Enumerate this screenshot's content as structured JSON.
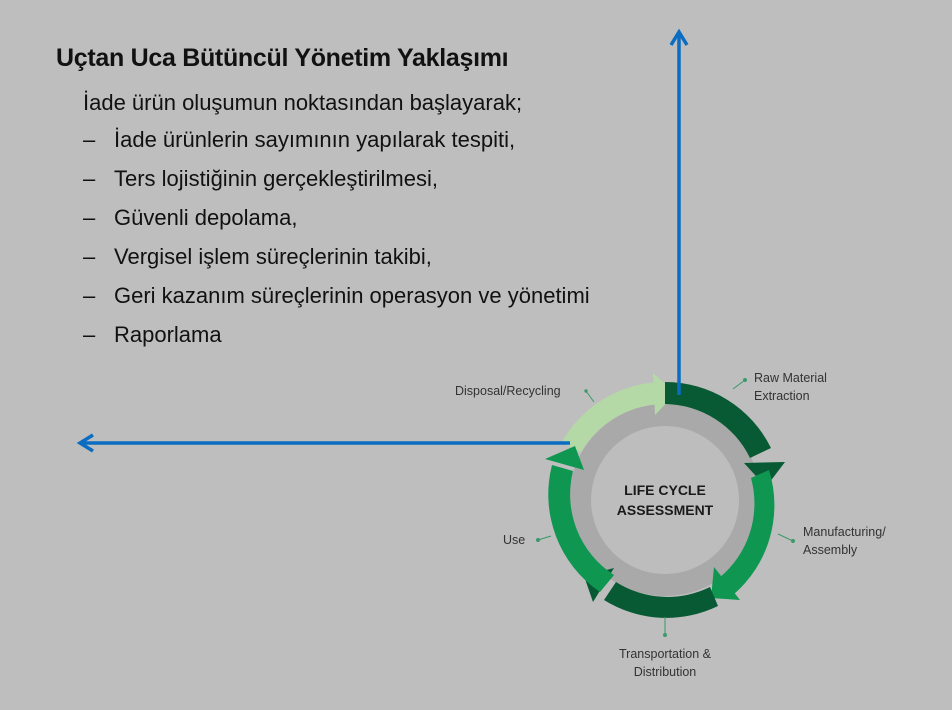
{
  "slide": {
    "title": "Uçtan Uca Bütüncül Yönetim Yaklaşımı",
    "intro": "İade ürün oluşumun noktasından başlayarak;",
    "bullet_marker": "–",
    "bullets": [
      "İade ürünlerin sayımının yapılarak tespiti,",
      "Ters lojistiğinin gerçekleştirilmesi,",
      "Güvenli depolama,",
      "Vergisel işlem süreçlerinin takibi,",
      "Geri kazanım süreçlerinin operasyon ve yönetimi",
      "Raporlama"
    ]
  },
  "diagram": {
    "center_line1": "LIFE CYCLE",
    "center_line2": "ASSESSMENT",
    "stages": {
      "raw_line1": "Raw Material",
      "raw_line2": "Extraction",
      "mfg_line1": "Manufacturing/",
      "mfg_line2": "Assembly",
      "trans_line1": "Transportation &",
      "trans_line2": "Distribution",
      "use": "Use",
      "disposal": "Disposal/Recycling"
    },
    "colors": {
      "background": "#bebebe",
      "dark_green": "#075a33",
      "mid_green": "#0f9651",
      "light_green": "#b4d9a6",
      "ring_grey": "#a9a9a9",
      "arrow_blue": "#0a6dc2"
    },
    "axis_arrows": [
      "up-arrow",
      "left-arrow"
    ]
  }
}
